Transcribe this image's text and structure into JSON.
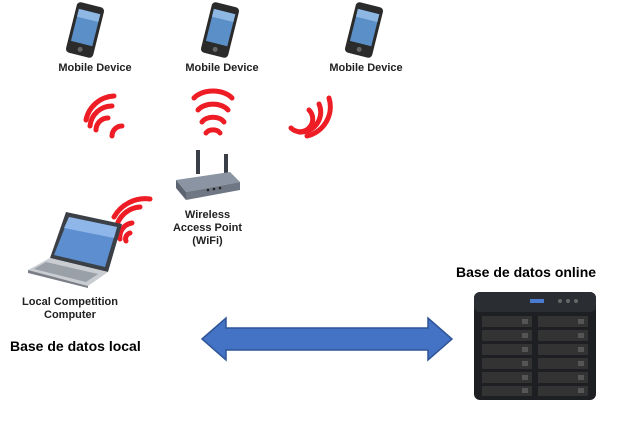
{
  "devices": [
    {
      "label": "Mobile Device"
    },
    {
      "label": "Mobile Device"
    },
    {
      "label": "Mobile Device"
    }
  ],
  "access_point": {
    "label_lines": [
      "Wireless",
      "Access Point",
      "(WiFi)"
    ]
  },
  "local_computer": {
    "label_lines": [
      "Local Competition",
      "Computer"
    ]
  },
  "local_db": {
    "label": "Base de datos local"
  },
  "online_db": {
    "label": "Base de datos online"
  },
  "colors": {
    "wifi_signal": "#ee1c24",
    "arrow": "#4472c4",
    "arrow_outline": "#2f5597"
  }
}
